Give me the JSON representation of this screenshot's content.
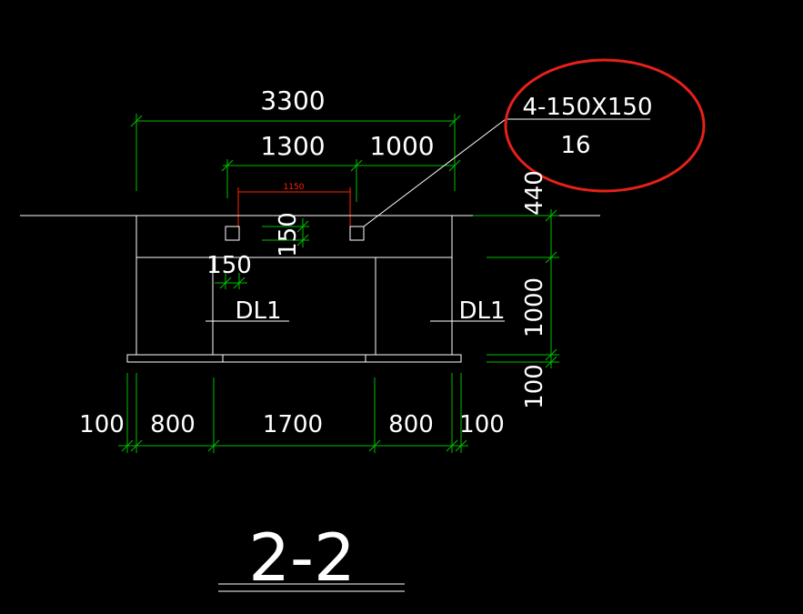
{
  "drawing": {
    "section_title": "2-2",
    "callout": {
      "top": "4-150X150",
      "bottom": "16"
    },
    "beam_labels": {
      "left": "DL1",
      "right": "DL1"
    },
    "dims_top": {
      "total": "3300",
      "left_part": "1300",
      "right_part": "1000",
      "opening_spacing": "1150"
    },
    "dims_right": {
      "upper": "440",
      "middle": "1000",
      "lower": "100"
    },
    "dims_hole": {
      "vertical": "150",
      "horizontal": "150"
    },
    "dims_bottom": [
      "100",
      "800",
      "1700",
      "800",
      "100"
    ]
  },
  "colors": {
    "background": "#000000",
    "dimension": "#00c000",
    "geometry": "#ffffff",
    "callout_circle": "#e8201a",
    "opening_dim": "#ff2200"
  }
}
